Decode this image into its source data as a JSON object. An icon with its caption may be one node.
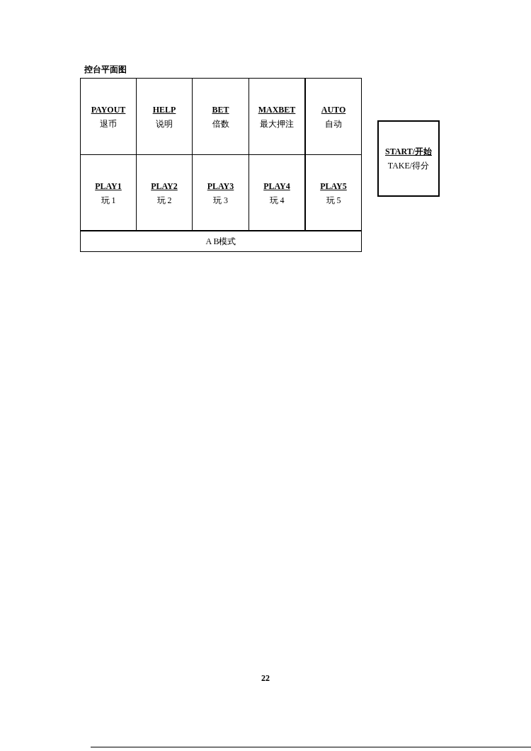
{
  "diagram": {
    "title": "控台平面图",
    "nodes": [
      {
        "text": [
          "PAYOUT",
          "退币"
        ]
      },
      {
        "text": [
          "HELP",
          "说明"
        ]
      },
      {
        "text": [
          "BET",
          "倍数"
        ]
      },
      {
        "text": [
          "MAXBET",
          "最大押注"
        ]
      },
      {
        "text": [
          "AUTO",
          "自动"
        ]
      },
      {
        "text": [
          "PLAY1",
          "玩 1"
        ]
      },
      {
        "text": [
          "PLAY2",
          "玩 2"
        ]
      },
      {
        "text": [
          "PLAY3",
          "玩 3"
        ]
      },
      {
        "text": [
          "PLAY4",
          "玩 4"
        ]
      },
      {
        "text": [
          "PLAY5",
          "玩 5"
        ]
      },
      {
        "text": [
          "A B模式"
        ]
      },
      {
        "text": [
          "START/开始",
          "TAKE/得分"
        ]
      }
    ],
    "labels": [
      "22"
    ]
  }
}
